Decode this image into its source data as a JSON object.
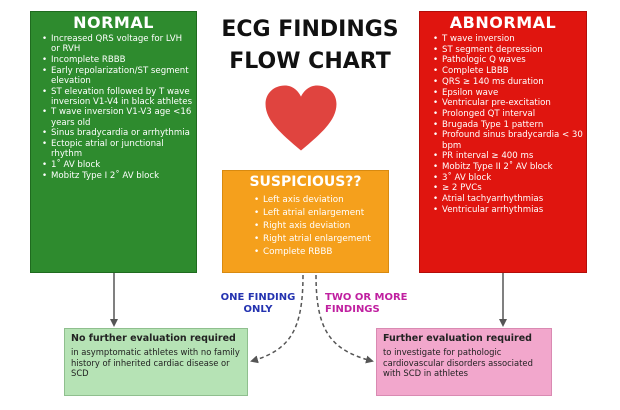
{
  "title": "ECG FINDINGS FLOW CHART",
  "normal": {
    "header": "NORMAL",
    "items": [
      "Increased QRS voltage for LVH or RVH",
      "Incomplete RBBB",
      "Early repolarization/ST segment elevation",
      "ST elevation followed by T wave inversion V1-V4 in black athletes",
      "T wave inversion V1-V3 age <16 years old",
      "Sinus bradycardia or arrhythmia",
      "Ectopic atrial or junctional rhythm",
      "1˚ AV block",
      "Mobitz Type I 2˚ AV block"
    ]
  },
  "abnormal": {
    "header": "ABNORMAL",
    "items": [
      "T wave inversion",
      "ST segment depression",
      "Pathologic Q waves",
      "Complete LBBB",
      "QRS ≥ 140 ms duration",
      "Epsilon wave",
      "Ventricular pre-excitation",
      "Prolonged QT interval",
      "Brugada Type 1 pattern",
      "Profound sinus bradycardia < 30 bpm",
      "PR interval ≥ 400 ms",
      "Mobitz Type II 2˚ AV block",
      "3˚ AV block",
      "≥ 2 PVCs",
      "Atrial tachyarrhythmias",
      "Ventricular arrhythmias"
    ]
  },
  "suspicious": {
    "header": "SUSPICIOUS??",
    "items": [
      "Left axis deviation",
      "Left atrial enlargement",
      "Right axis deviation",
      "Right atrial enlargement",
      "Complete RBBB"
    ]
  },
  "paths": {
    "one": "ONE FINDING ONLY",
    "two": "TWO OR MORE FINDINGS"
  },
  "outcomes": {
    "no_eval": {
      "heading": "No further evaluation required",
      "text": "in asymptomatic athletes with no family history of inherited cardiac disease or SCD"
    },
    "further_eval": {
      "heading": "Further evaluation required",
      "text": "to investigate for pathologic cardiovascular disorders associated with SCD in athletes"
    }
  },
  "colors": {
    "normal": "#2e8b2e",
    "abnormal": "#e0150f",
    "suspicious": "#f5a01c",
    "no_eval": "#b6e3b5",
    "further_eval": "#f2a7cc",
    "heart": "#e0443f",
    "one_label": "#2433b0",
    "two_label": "#c020a0"
  }
}
